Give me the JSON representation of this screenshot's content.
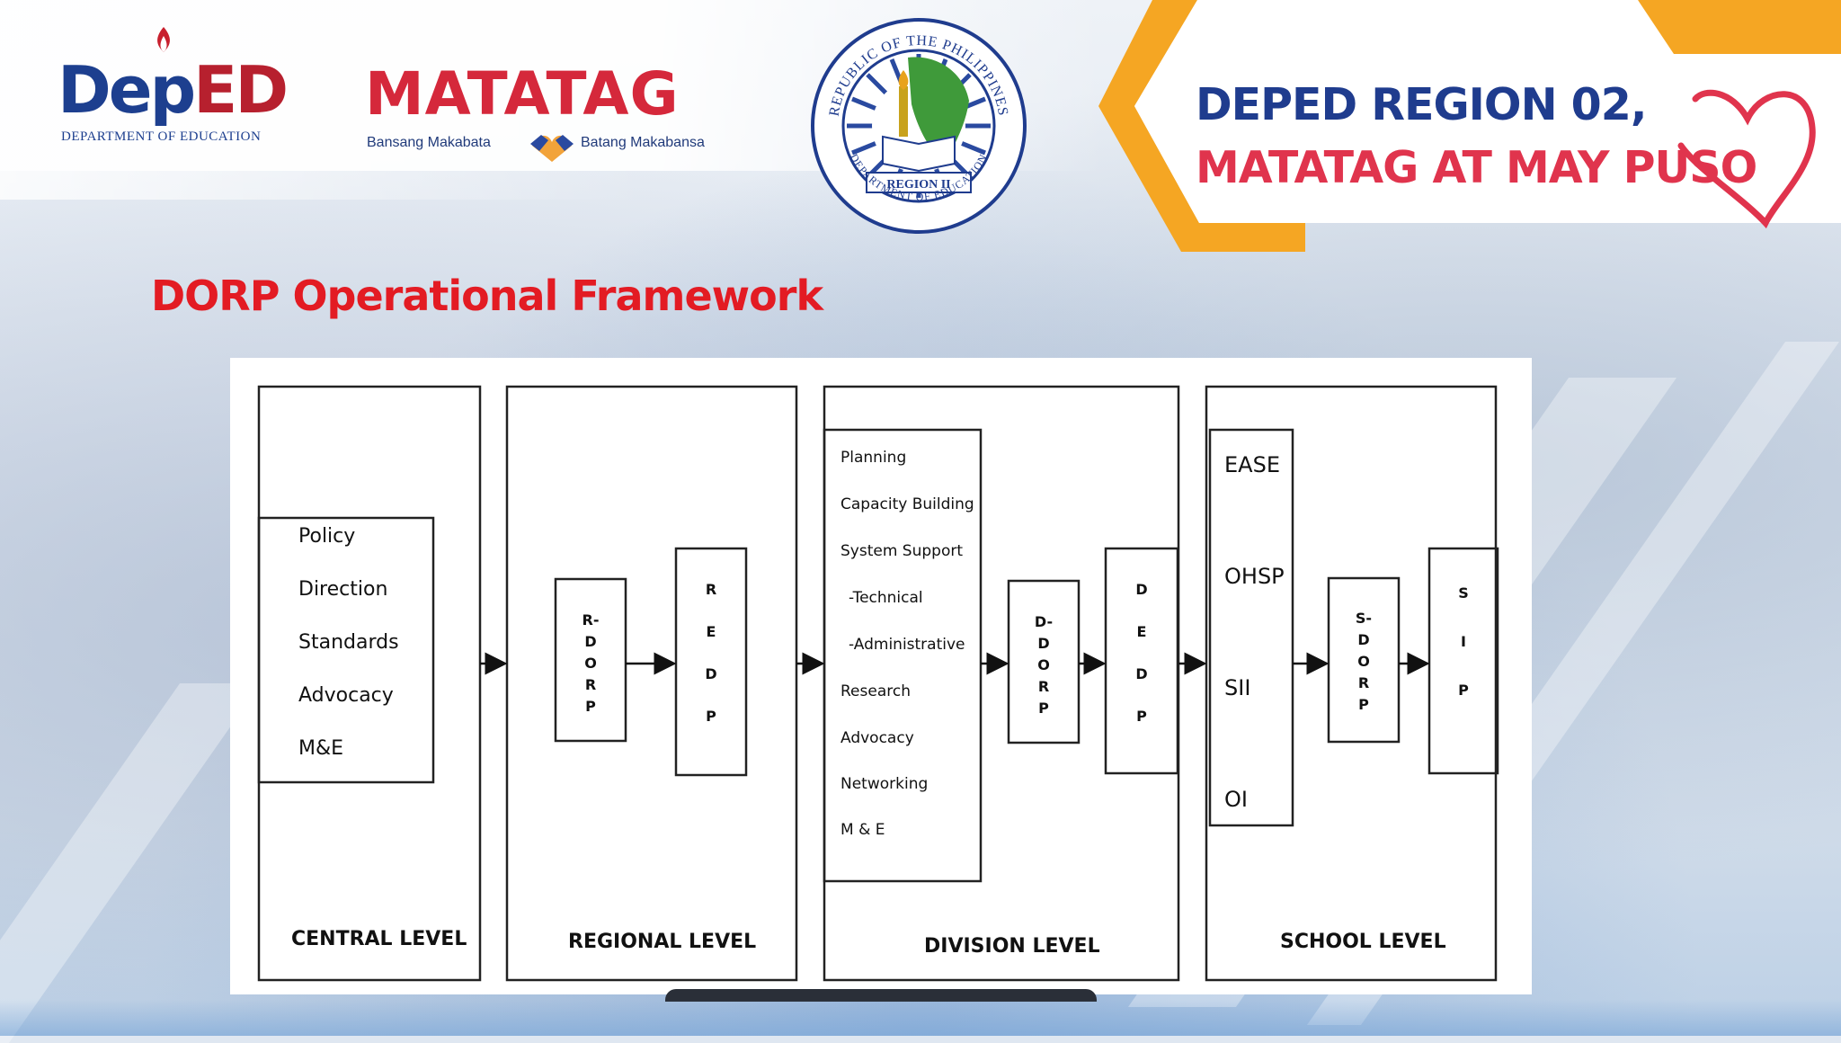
{
  "logos": {
    "deped": {
      "word_dep": "Dep",
      "word_ed": "ED",
      "subtitle": "DEPARTMENT OF EDUCATION"
    },
    "matatag": {
      "word": "MATATAG",
      "tag_left": "Bansang Makabata",
      "tag_right": "Batang Makabansa"
    },
    "seal": {
      "ring_text": "REPUBLIC OF THE PHILIPPINES",
      "bottom_text": "DEPARTMENT OF EDUCATION",
      "ribbon": "REGION II"
    }
  },
  "banner": {
    "line1": "DEPED REGION 02,",
    "line2": "MATATAG AT MAY PUSO"
  },
  "title": "DORP Operational Framework",
  "diagram": {
    "central": {
      "items": [
        "Policy",
        "Direction",
        "Standards",
        "Advocacy",
        "M&E"
      ],
      "level": "CENTRAL LEVEL"
    },
    "regional": {
      "box1": [
        "R-",
        "D",
        "O",
        "R",
        "P"
      ],
      "box2": [
        "R",
        "E",
        "D",
        "P"
      ],
      "level": "REGIONAL LEVEL"
    },
    "division": {
      "items": [
        "Planning",
        "Capacity Building",
        "System Support",
        "-Technical",
        "-Administrative",
        "Research",
        "Advocacy",
        "Networking",
        "M & E"
      ],
      "box1": [
        "D-",
        "D",
        "O",
        "R",
        "P"
      ],
      "box2": [
        "D",
        "E",
        "D",
        "P"
      ],
      "level": "DIVISION LEVEL"
    },
    "school": {
      "items": [
        "EASE",
        "OHSP",
        "SII",
        "OI"
      ],
      "box1": [
        "S-",
        "D",
        "O",
        "R",
        "P"
      ],
      "box2": [
        "S",
        "I",
        "P"
      ],
      "level": "SCHOOL LEVEL"
    }
  },
  "colors": {
    "title": "#e31b23",
    "deped_blue": "#1d3f8f",
    "matatag_red": "#d5283b",
    "banner_orange": "#f5a623"
  }
}
